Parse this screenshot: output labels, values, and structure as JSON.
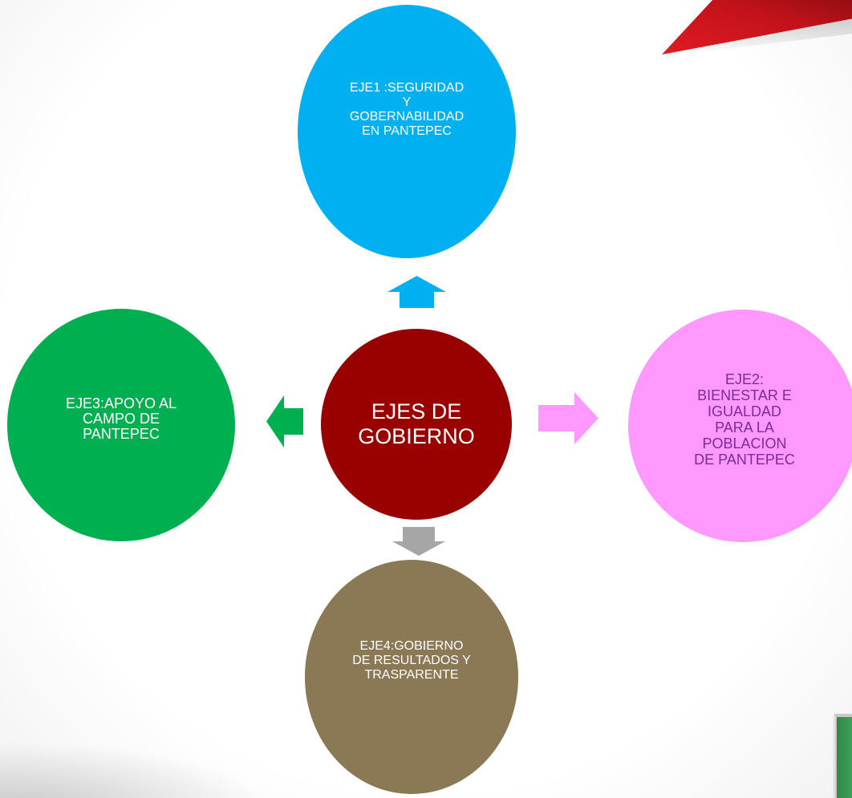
{
  "diagram": {
    "center": {
      "label": "EJES DE\nGOBIERNO",
      "color": "#990000"
    },
    "top": {
      "label": "EJE1 :SEGURIDAD\nY\nGOBERNABILIDAD\nEN PANTEPEC",
      "color": "#00b0f0"
    },
    "left": {
      "label": "EJE3:APOYO AL\nCAMPO DE\nPANTEPEC",
      "color": "#00b050"
    },
    "right": {
      "label": "EJE2:\nBIENESTAR E\nIGUALDAD\nPARA LA\nPOBLACION\nDE PANTEPEC",
      "color": "#ff99ff"
    },
    "bottom": {
      "label": "EJE4:GOBIERNO\nDE RESULTADOS Y\nTRASPARENTE",
      "color": "#8b7855"
    },
    "arrows": {
      "up_color": "#00b0f0",
      "left_color": "#00b050",
      "right_color": "#ff99ff",
      "down_color": "#a6a6a6"
    },
    "decorations": {
      "red_accent": "#d9141b",
      "green_block": "#3a9a55"
    }
  }
}
